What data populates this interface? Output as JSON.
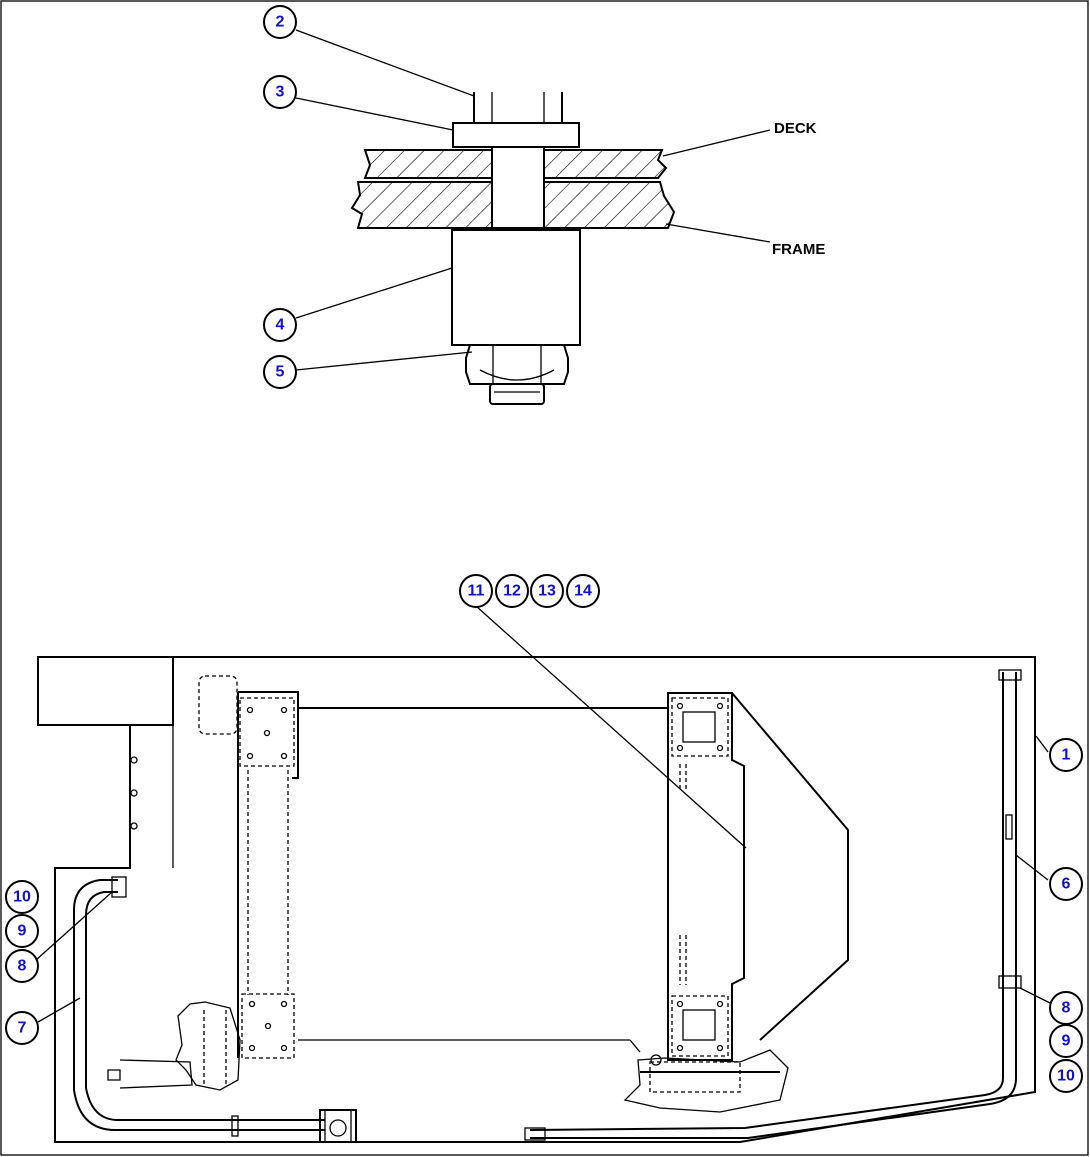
{
  "labels": {
    "deck": "DECK",
    "frame": "FRAME"
  },
  "callouts": {
    "c1": "1",
    "c2": "2",
    "c3": "3",
    "c4": "4",
    "c5": "5",
    "c6": "6",
    "c7": "7",
    "c8_left": "8",
    "c9_left": "9",
    "c10_left": "10",
    "c8_right": "8",
    "c9_right": "9",
    "c10_right": "10",
    "c11": "11",
    "c12": "12",
    "c13": "13",
    "c14": "14"
  },
  "colors": {
    "callout_text": "#1010d0",
    "line": "#000000"
  }
}
